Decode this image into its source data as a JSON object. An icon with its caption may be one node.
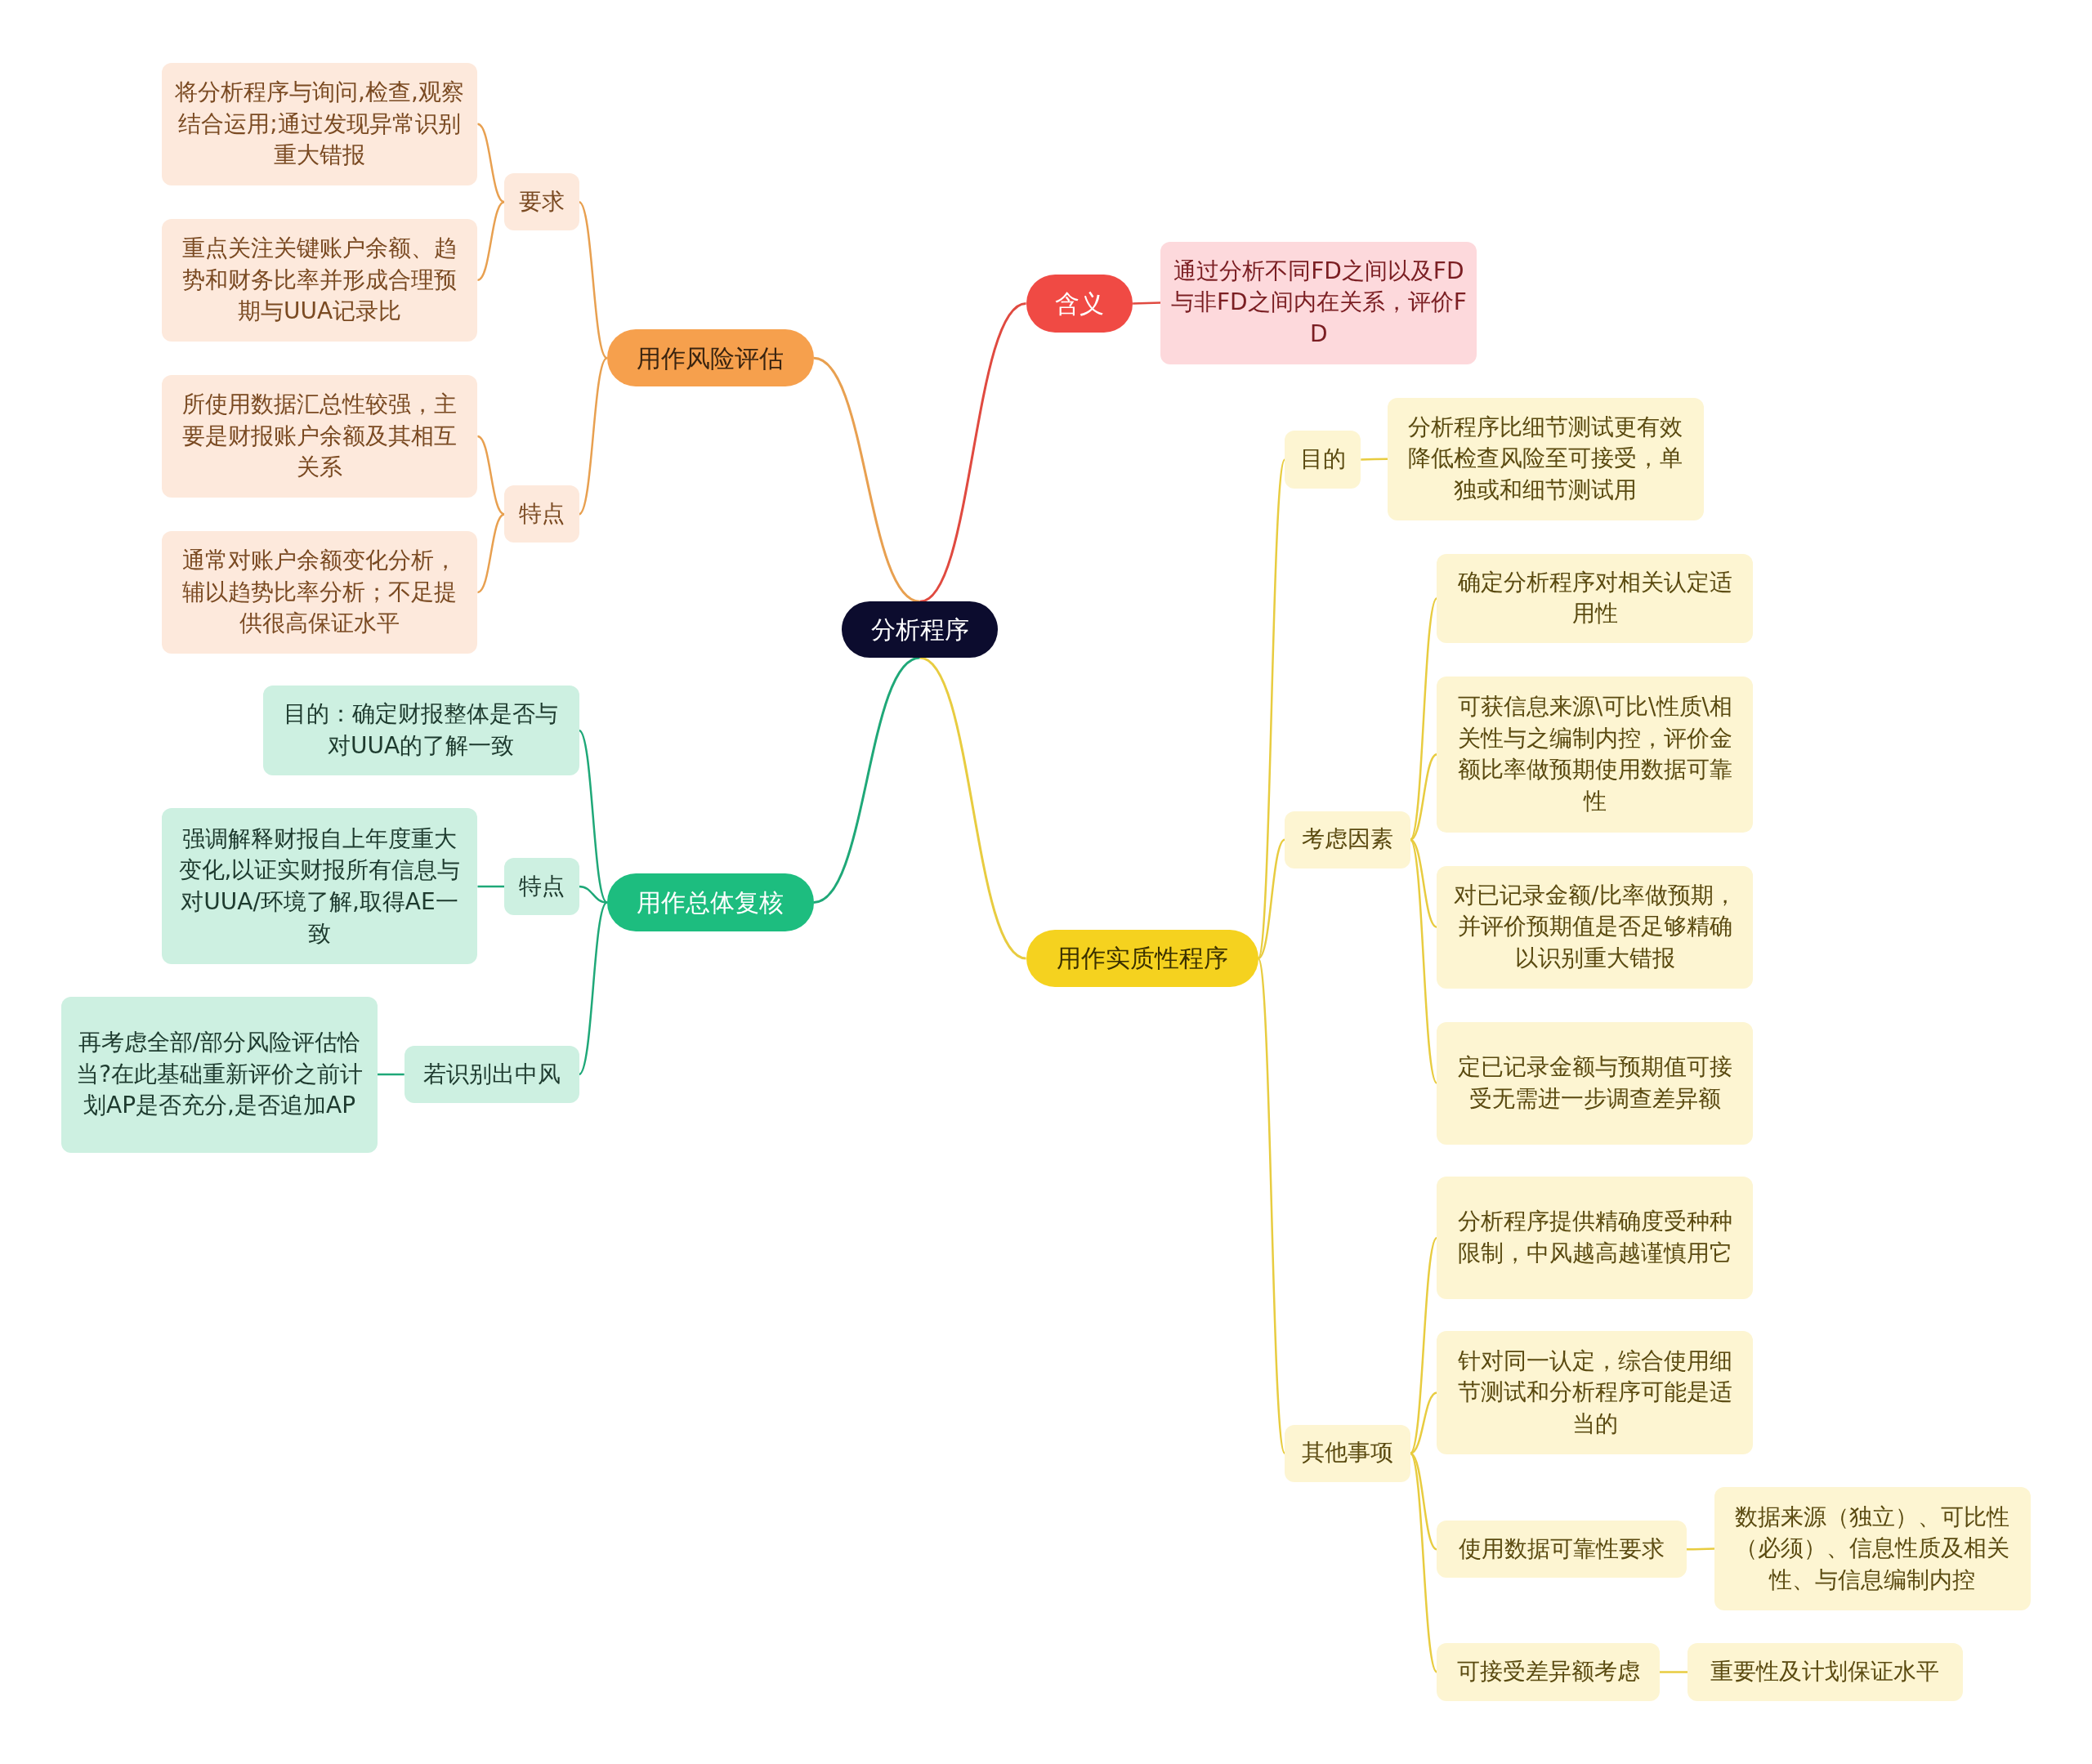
{
  "diagram": {
    "nodes": [
      {
        "text": [
          "分析程序"
        ]
      },
      {
        "text": [
          "用作风险评估"
        ]
      },
      {
        "text": [
          "要求"
        ]
      },
      {
        "text": [
          "将分析程序与询问,检查,观察结合运用;通过发现异常识别重大错报"
        ]
      },
      {
        "text": [
          "重点关注关键账户余额、趋势和财务比率并形成合理预期与UUA记录比"
        ]
      },
      {
        "text": [
          "特点"
        ]
      },
      {
        "text": [
          "所使用数据汇总性较强，主要是财报账户余额及其相互关系"
        ]
      },
      {
        "text": [
          "通常对账户余额变化分析，辅以趋势比率分析；不足提供很高保证水平"
        ]
      },
      {
        "text": [
          "用作总体复核"
        ]
      },
      {
        "text": [
          "目的：确定财报整体是否与对UUA的了解一致"
        ]
      },
      {
        "text": [
          "特点"
        ]
      },
      {
        "text": [
          "强调解释财报自上年度重大变化,以证实财报所有信息与对UUA/环境了解,取得AE一致"
        ]
      },
      {
        "text": [
          "若识别出中风"
        ]
      },
      {
        "text": [
          "再考虑全部/部分风险评估恰当?在此基础重新评价之前计划AP是否充分,是否追加AP"
        ]
      },
      {
        "text": [
          "含义"
        ]
      },
      {
        "text": [
          "通过分析不同FD之间以及FD与非FD之间内在关系，评价FD"
        ]
      },
      {
        "text": [
          "用作实质性程序"
        ]
      },
      {
        "text": [
          "目的"
        ]
      },
      {
        "text": [
          "分析程序比细节测试更有效降低检查风险至可接受，单独或和细节测试用"
        ]
      },
      {
        "text": [
          "考虑因素"
        ]
      },
      {
        "text": [
          "确定分析程序对相关认定适用性"
        ]
      },
      {
        "text": [
          "可获信息来源\\可比\\性质\\相关性与之编制内控，评价金额比率做预期使用数据可靠性"
        ]
      },
      {
        "text": [
          "对已记录金额/比率做预期，并评价预期值是否足够精确以识别重大错报"
        ]
      },
      {
        "text": [
          "定已记录金额与预期值可接受无需进一步调查差异额"
        ]
      },
      {
        "text": [
          "其他事项"
        ]
      },
      {
        "text": [
          "分析程序提供精确度受种种限制，中风越高越谨慎用它"
        ]
      },
      {
        "text": [
          "针对同一认定，综合使用细节测试和分析程序可能是适当的"
        ]
      },
      {
        "text": [
          "使用数据可靠性要求"
        ]
      },
      {
        "text": [
          "数据来源（独立）、可比性（必须）、信息性质及相关性、与信息编制内控"
        ]
      },
      {
        "text": [
          "可接受差异额考虑"
        ]
      },
      {
        "text": [
          "重要性及计划保证水平"
        ]
      }
    ],
    "edges": [
      {
        "from": 0,
        "to": 1,
        "arrow": "none",
        "color": "#e8a050"
      },
      {
        "from": 1,
        "to": 2,
        "arrow": "none",
        "color": "#e8a050"
      },
      {
        "from": 2,
        "to": 3,
        "arrow": "none",
        "color": "#e8a050"
      },
      {
        "from": 2,
        "to": 4,
        "arrow": "none",
        "color": "#e8a050"
      },
      {
        "from": 1,
        "to": 5,
        "arrow": "none",
        "color": "#e8a050"
      },
      {
        "from": 5,
        "to": 6,
        "arrow": "none",
        "color": "#e8a050"
      },
      {
        "from": 5,
        "to": 7,
        "arrow": "none",
        "color": "#e8a050"
      },
      {
        "from": 0,
        "to": 8,
        "arrow": "none",
        "color": "#1fa878"
      },
      {
        "from": 8,
        "to": 9,
        "arrow": "none",
        "color": "#1fa878"
      },
      {
        "from": 8,
        "to": 10,
        "arrow": "none",
        "color": "#1fa878"
      },
      {
        "from": 10,
        "to": 11,
        "arrow": "none",
        "color": "#1fa878"
      },
      {
        "from": 8,
        "to": 12,
        "arrow": "none",
        "color": "#1fa878"
      },
      {
        "from": 12,
        "to": 13,
        "arrow": "none",
        "color": "#1fa878"
      },
      {
        "from": 0,
        "to": 14,
        "arrow": "none",
        "color": "#e04a40"
      },
      {
        "from": 14,
        "to": 15,
        "arrow": "none",
        "color": "#e04a40"
      },
      {
        "from": 0,
        "to": 16,
        "arrow": "none"
      },
      {
        "from": 16,
        "to": 17,
        "arrow": "none"
      },
      {
        "from": 17,
        "to": 18,
        "arrow": "none"
      },
      {
        "from": 16,
        "to": 19,
        "arrow": "none"
      },
      {
        "from": 19,
        "to": 20,
        "arrow": "none"
      },
      {
        "from": 19,
        "to": 21,
        "arrow": "none"
      },
      {
        "from": 19,
        "to": 22,
        "arrow": "none"
      },
      {
        "from": 19,
        "to": 23,
        "arrow": "none"
      },
      {
        "from": 16,
        "to": 24,
        "arrow": "none"
      },
      {
        "from": 24,
        "to": 25,
        "arrow": "none"
      },
      {
        "from": 24,
        "to": 26,
        "arrow": "none"
      },
      {
        "from": 24,
        "to": 27,
        "arrow": "none"
      },
      {
        "from": 27,
        "to": 28,
        "arrow": "none"
      },
      {
        "from": 24,
        "to": 29,
        "arrow": "none"
      },
      {
        "from": 29,
        "to": 30,
        "arrow": "none"
      }
    ]
  }
}
